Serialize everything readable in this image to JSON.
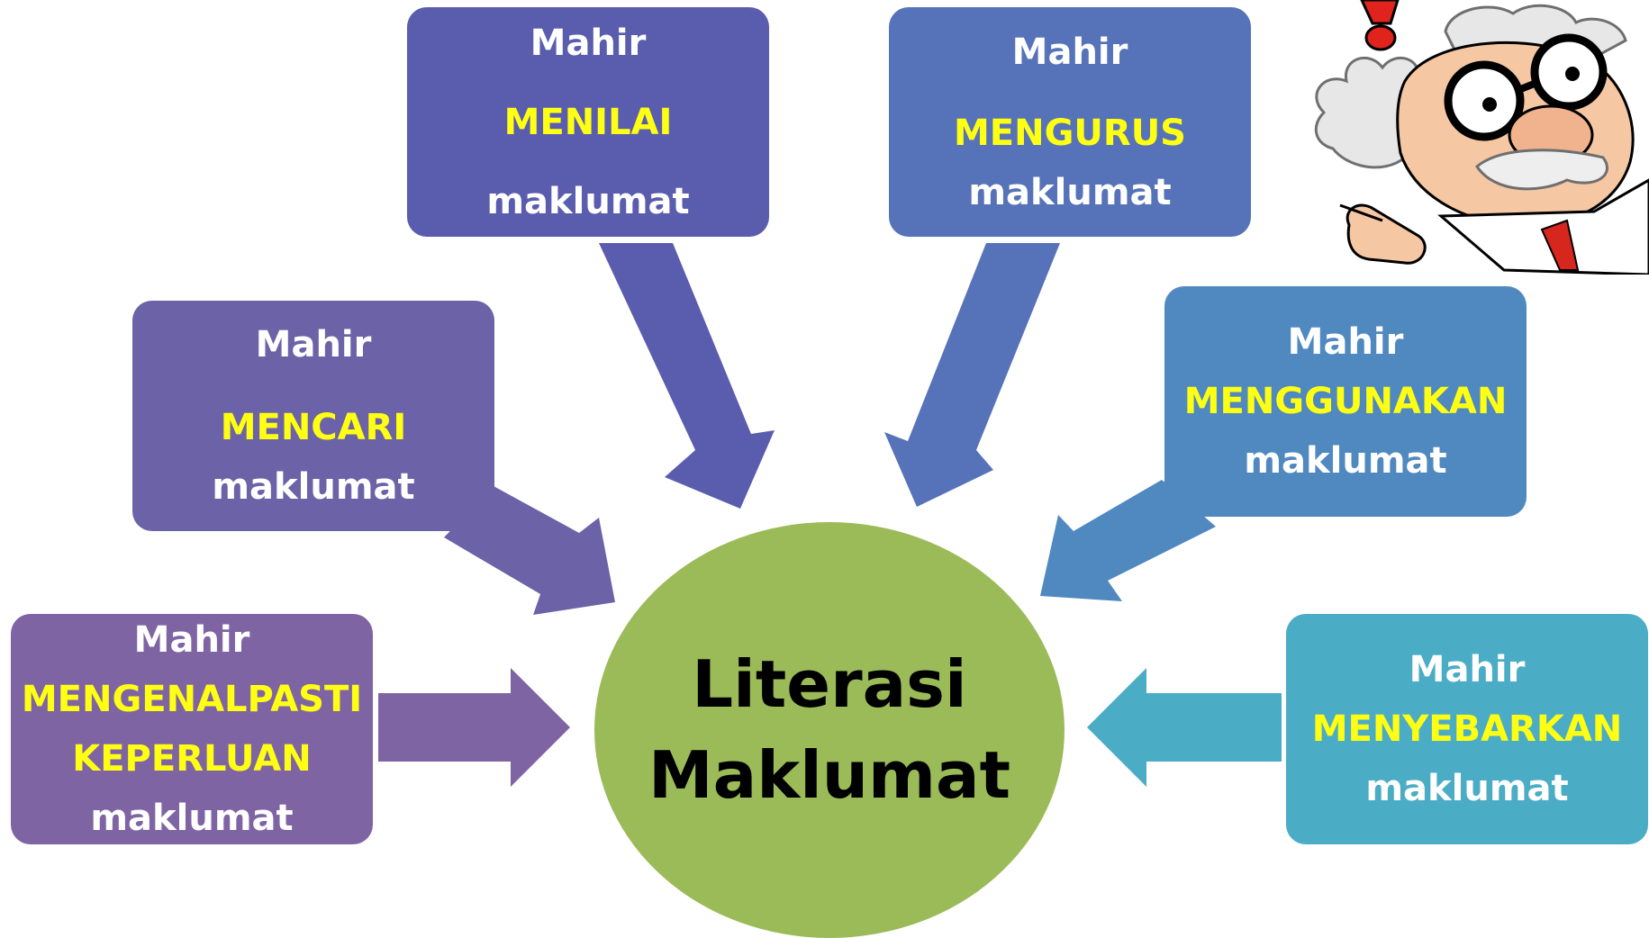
{
  "center": {
    "line1": "Literasi",
    "line2": "Maklumat",
    "color": "#9bbb59"
  },
  "boxes": {
    "menilai": {
      "prefix": "Mahir",
      "keyword": "MENILAI",
      "suffix": "maklumat",
      "color": "#5a5dae"
    },
    "mengurus": {
      "prefix": "Mahir",
      "keyword": "MENGURUS",
      "suffix": "maklumat",
      "color": "#5672b8"
    },
    "mencari": {
      "prefix": "Mahir",
      "keyword": "MENCARI",
      "suffix": "maklumat",
      "color": "#6c62a8"
    },
    "menggunakan": {
      "prefix": "Mahir",
      "keyword": "MENGGUNAKAN",
      "suffix": "maklumat",
      "color": "#4f89c0"
    },
    "mengenalpasti": {
      "prefix": "Mahir",
      "keyword1": "MENGENALPASTI",
      "keyword2": "KEPERLUAN",
      "suffix": "maklumat",
      "color": "#7f64a4"
    },
    "menyebarkan": {
      "prefix": "Mahir",
      "keyword": "MENYEBARKAN",
      "suffix": "maklumat",
      "color": "#4bacc6"
    }
  },
  "colors": {
    "keyword": "#ffff14",
    "label": "#ffffff"
  },
  "mascot": {
    "icon": "professor-cartoon-icon"
  }
}
